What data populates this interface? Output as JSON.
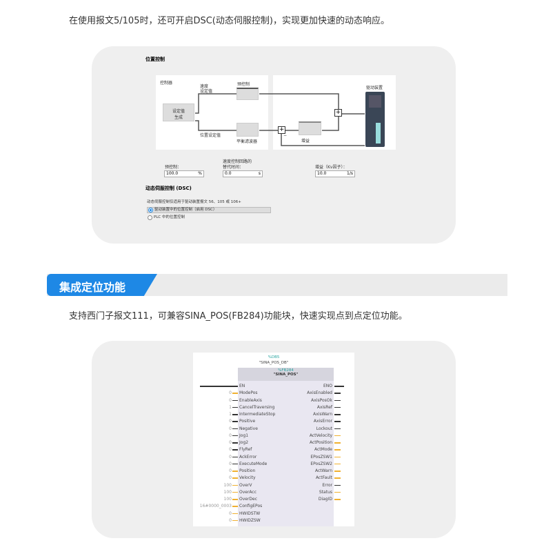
{
  "intro1": "在使用报文5/105时，还可开启DSC(动态伺服控制)，实现更加快速的动态响应。",
  "panel": {
    "title": "位置控制",
    "controller": "控制器",
    "speed_setpoint_1": "速度",
    "speed_setpoint_2": "设定值",
    "precontrol": "预控制",
    "setpoint_gen_1": "设定值",
    "setpoint_gen_2": "生成",
    "pos_setpoint": "位置设定值",
    "balance_filter": "平衡滤波器",
    "gain": "增益",
    "drive": "驱动装置",
    "minus": "−",
    "precontrol_label": "预控制：",
    "precontrol_value": "100.0",
    "precontrol_unit": "%",
    "deadtime_label_1": "速度控制回路的",
    "deadtime_label_2": "替代时间：",
    "deadtime_value": "0.0",
    "deadtime_unit": "s",
    "gain_label": "增益（Kv因子）：",
    "gain_value": "10.0",
    "gain_unit": "1/s",
    "dsc_title": "动态伺服控制 (DSC)",
    "dsc_note": "动态伺服控制仅适用于驱动装置报文 56、105 或 106+",
    "radio1": "驱动装置中的位置控制（启用 DSC）",
    "radio2": "PLC 中的位置控制"
  },
  "section_title": "集成定位功能",
  "intro2": "支持西门子报文111，可兼容SINA_POS(FB284)功能块，快速实现点到点定位功能。",
  "fb": {
    "db_id": "%DB5",
    "db_name": "\"SINA_POS_DB\"",
    "fb_id": "%FB284",
    "fb_name": "\"SINA_POS\"",
    "inputs": [
      {
        "name": "EN",
        "value": ""
      },
      {
        "name": "ModePos",
        "value": "0"
      },
      {
        "name": "EnableAxis",
        "value": "0"
      },
      {
        "name": "CancelTraversing",
        "value": "1"
      },
      {
        "name": "IntermediateStop",
        "value": "1"
      },
      {
        "name": "Positive",
        "value": "0"
      },
      {
        "name": "Negative",
        "value": "0"
      },
      {
        "name": "Jog1",
        "value": "0"
      },
      {
        "name": "Jog2",
        "value": "0"
      },
      {
        "name": "FlyRef",
        "value": "0"
      },
      {
        "name": "AckError",
        "value": "0"
      },
      {
        "name": "ExecuteMode",
        "value": "0"
      },
      {
        "name": "Position",
        "value": "0"
      },
      {
        "name": "Velocity",
        "value": "0"
      },
      {
        "name": "OverV",
        "value": "100"
      },
      {
        "name": "OverAcc",
        "value": "100"
      },
      {
        "name": "OverDec",
        "value": "100"
      },
      {
        "name": "ConfigEPos",
        "value": "16#0000_0003"
      },
      {
        "name": "HWIDSTW",
        "value": "0"
      },
      {
        "name": "HWIDZSW",
        "value": "0"
      }
    ],
    "outputs": [
      {
        "name": "ENO",
        "type": "en"
      },
      {
        "name": "AxisEnabled",
        "type": "bool"
      },
      {
        "name": "AxisPosOk",
        "type": "bool"
      },
      {
        "name": "AxisRef",
        "type": "bool"
      },
      {
        "name": "AxisWarn",
        "type": "bool"
      },
      {
        "name": "AxisError",
        "type": "bool"
      },
      {
        "name": "Lockout",
        "type": "bool"
      },
      {
        "name": "ActVelocity",
        "type": "num"
      },
      {
        "name": "ActPosition",
        "type": "num"
      },
      {
        "name": "ActMode",
        "type": "num"
      },
      {
        "name": "EPosZSW1",
        "type": "num"
      },
      {
        "name": "EPosZSW2",
        "type": "num"
      },
      {
        "name": "ActWarn",
        "type": "num"
      },
      {
        "name": "ActFault",
        "type": "num"
      },
      {
        "name": "Error",
        "type": "bool"
      },
      {
        "name": "Status",
        "type": "num"
      },
      {
        "name": "DiagID",
        "type": "num"
      }
    ],
    "num_color": "#f0b030",
    "bool_color": "#333333"
  },
  "colors": {
    "accent": "#1e88e5",
    "teal": "#2aa5a0"
  }
}
